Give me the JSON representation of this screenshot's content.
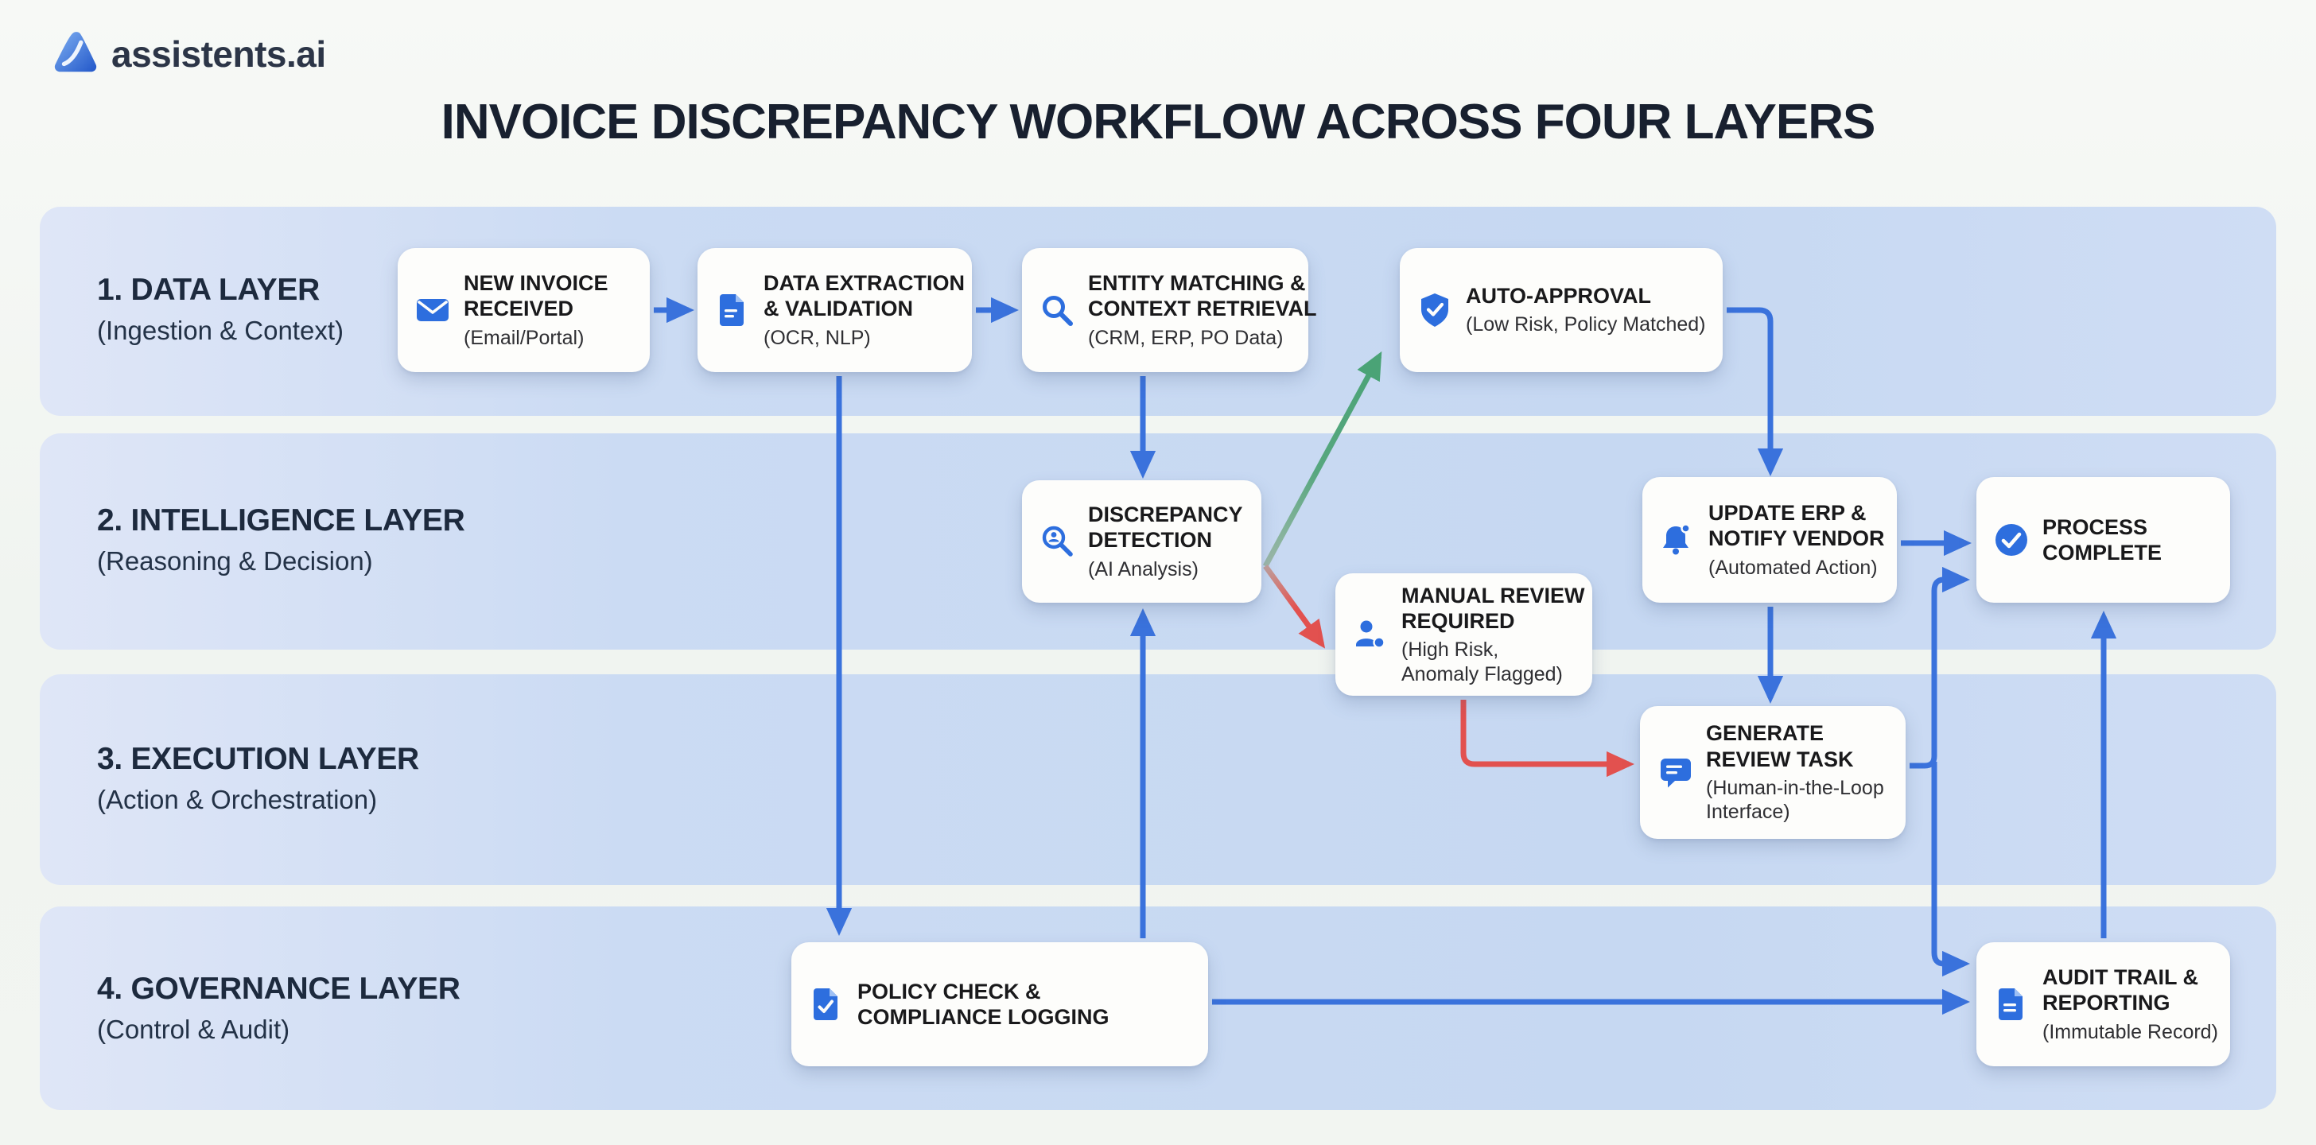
{
  "header": {
    "logo_text": "assistents.ai",
    "title": "INVOICE DISCREPANCY WORKFLOW ACROSS FOUR LAYERS"
  },
  "layers": [
    {
      "title": "1. DATA LAYER",
      "subtitle": "(Ingestion & Context)"
    },
    {
      "title": "2. INTELLIGENCE LAYER",
      "subtitle": "(Reasoning & Decision)"
    },
    {
      "title": "3. EXECUTION LAYER",
      "subtitle": "(Action & Orchestration)"
    },
    {
      "title": "4. GOVERNANCE LAYER",
      "subtitle": "(Control & Audit)"
    }
  ],
  "nodes": {
    "new_invoice": {
      "icon": "mail-icon",
      "title_lines": [
        "NEW INVOICE",
        "RECEIVED"
      ],
      "subtitle_lines": [
        "(Email/Portal)"
      ]
    },
    "data_extraction": {
      "icon": "document-icon",
      "title_lines": [
        "DATA EXTRACTION",
        "& VALIDATION"
      ],
      "subtitle_lines": [
        "(OCR, NLP)"
      ]
    },
    "entity_matching": {
      "icon": "search-icon",
      "title_lines": [
        "ENTITY MATCHING &",
        "CONTEXT RETRIEVAL"
      ],
      "subtitle_lines": [
        "(CRM, ERP, PO Data)"
      ]
    },
    "auto_approval": {
      "icon": "shield-check-icon",
      "title_lines": [
        "AUTO-APPROVAL"
      ],
      "subtitle_lines": [
        "(Low Risk, Policy Matched)"
      ]
    },
    "discrepancy_detection": {
      "icon": "person-search-icon",
      "title_lines": [
        "DISCREPANCY",
        "DETECTION"
      ],
      "subtitle_lines": [
        "(AI Analysis)"
      ]
    },
    "manual_review": {
      "icon": "person-icon",
      "title_lines": [
        "MANUAL REVIEW",
        "REQUIRED"
      ],
      "subtitle_lines": [
        "(High Risk,",
        "Anomaly Flagged)"
      ]
    },
    "update_erp": {
      "icon": "bell-icon",
      "title_lines": [
        "UPDATE ERP &",
        "NOTIFY VENDOR"
      ],
      "subtitle_lines": [
        "(Automated Action)"
      ]
    },
    "process_complete": {
      "icon": "check-circle-icon",
      "title_lines": [
        "PROCESS",
        "COMPLETE"
      ],
      "subtitle_lines": []
    },
    "generate_review_task": {
      "icon": "chat-icon",
      "title_lines": [
        "GENERATE",
        "REVIEW TASK"
      ],
      "subtitle_lines": [
        "(Human-in-the-Loop",
        "Interface)"
      ]
    },
    "policy_check": {
      "icon": "document-check-icon",
      "title_lines": [
        "POLICY CHECK &",
        "COMPLIANCE LOGGING"
      ],
      "subtitle_lines": []
    },
    "audit_trail": {
      "icon": "document-icon",
      "title_lines": [
        "AUDIT TRAIL &",
        "REPORTING"
      ],
      "subtitle_lines": [
        "(Immutable Record)"
      ]
    }
  },
  "edges": [
    {
      "from": "new_invoice",
      "to": "data_extraction",
      "color": "blue"
    },
    {
      "from": "data_extraction",
      "to": "entity_matching",
      "color": "blue"
    },
    {
      "from": "entity_matching",
      "to": "discrepancy_detection",
      "color": "blue"
    },
    {
      "from": "data_extraction",
      "to": "policy_check",
      "color": "blue"
    },
    {
      "from": "policy_check",
      "to": "discrepancy_detection",
      "color": "blue"
    },
    {
      "from": "discrepancy_detection",
      "to": "auto_approval",
      "color": "green"
    },
    {
      "from": "discrepancy_detection",
      "to": "manual_review",
      "color": "red"
    },
    {
      "from": "auto_approval",
      "to": "update_erp",
      "color": "blue"
    },
    {
      "from": "update_erp",
      "to": "process_complete",
      "color": "blue"
    },
    {
      "from": "update_erp",
      "to": "generate_review_task",
      "color": "blue"
    },
    {
      "from": "manual_review",
      "to": "generate_review_task",
      "color": "red"
    },
    {
      "from": "generate_review_task",
      "to": "process_complete",
      "color": "blue"
    },
    {
      "from": "generate_review_task",
      "to": "audit_trail",
      "color": "blue"
    },
    {
      "from": "policy_check",
      "to": "audit_trail",
      "color": "blue"
    },
    {
      "from": "audit_trail",
      "to": "process_complete",
      "color": "blue"
    }
  ],
  "colors": {
    "arrow_blue": "#3a72dc",
    "arrow_green": "#4aa376",
    "arrow_red": "#e2514f",
    "icon_blue": "#2d6ede",
    "band_blue": "#c9daf3",
    "title_text": "#18202f"
  }
}
